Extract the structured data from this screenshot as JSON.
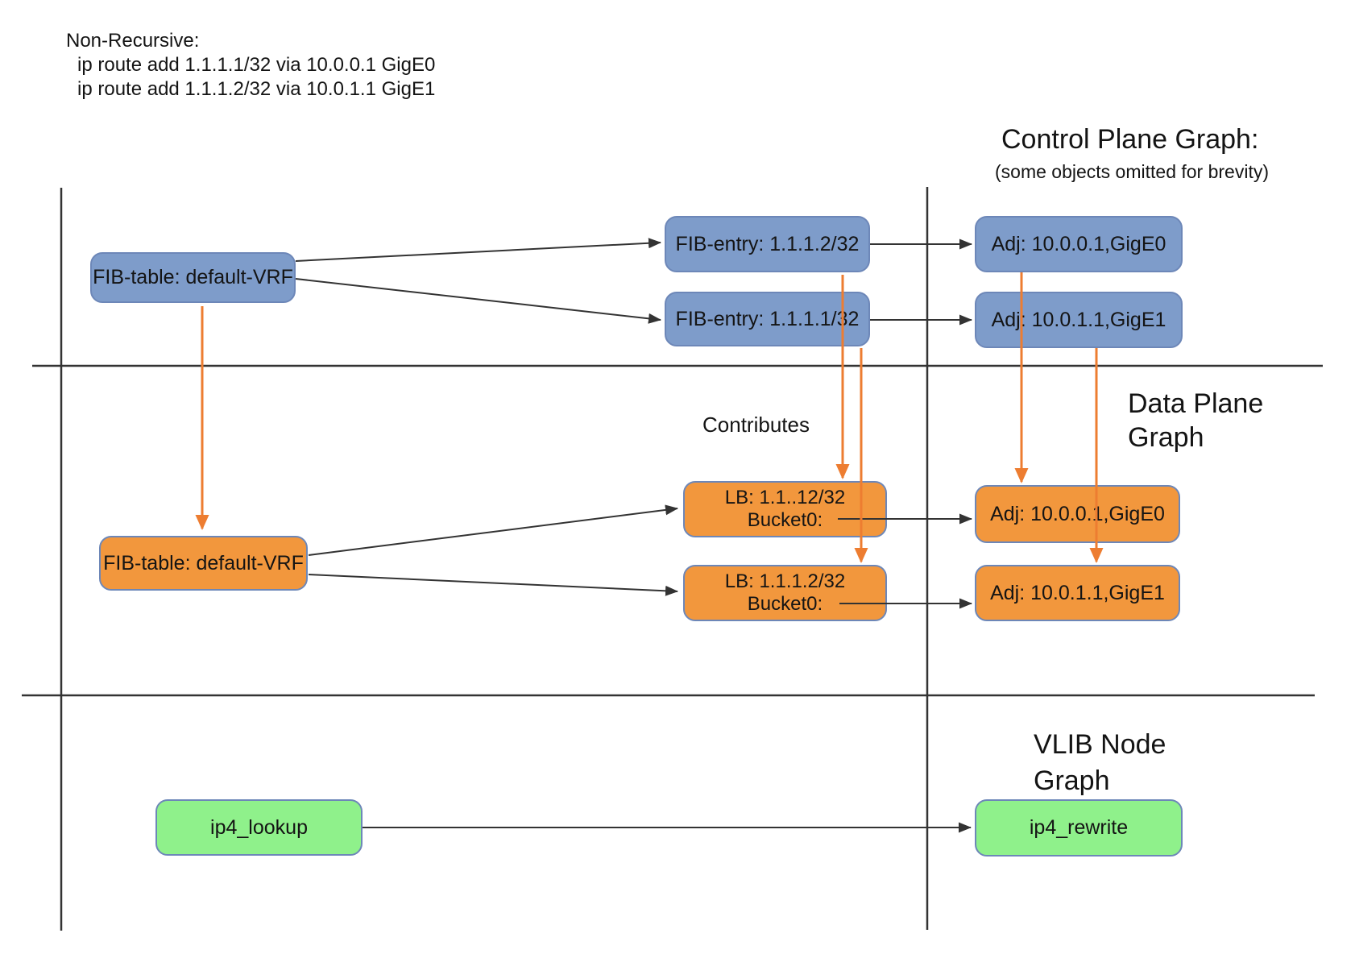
{
  "diagram": {
    "annotation": {
      "title": "Non-Recursive:",
      "commands": [
        "ip route add 1.1.1.1/32 via 10.0.0.1 GigE0",
        "ip route add 1.1.1.2/32 via 10.0.1.1 GigE1"
      ]
    },
    "sections": {
      "control_plane": {
        "title": "Control Plane Graph:",
        "subtitle": "(some objects omitted for brevity)"
      },
      "data_plane": {
        "title_line1": "Data Plane",
        "title_line2": "Graph",
        "contributes_label": "Contributes"
      },
      "vlib": {
        "title_line1": "VLIB Node",
        "title_line2": "Graph"
      }
    },
    "nodes": {
      "cp_fib_table": {
        "label": "FIB-table: default-VRF"
      },
      "cp_fib_entry_2": {
        "label": "FIB-entry: 1.1.1.2/32"
      },
      "cp_fib_entry_1": {
        "label": "FIB-entry: 1.1.1.1/32"
      },
      "cp_adj_0": {
        "label": "Adj: 10.0.0.1,GigE0"
      },
      "cp_adj_1": {
        "label": "Adj: 10.0.1.1,GigE1"
      },
      "dp_fib_table": {
        "label": "FIB-table: default-VRF"
      },
      "dp_lb_1": {
        "line1": "LB: 1.1..12/32",
        "line2": "Bucket0:"
      },
      "dp_lb_2": {
        "line1": "LB: 1.1.1.2/32",
        "line2": "Bucket0:"
      },
      "dp_adj_0": {
        "label": "Adj: 10.0.0.1,GigE0"
      },
      "dp_adj_1": {
        "label": "Adj: 10.0.1.1,GigE1"
      },
      "vlib_lookup": {
        "label": "ip4_lookup"
      },
      "vlib_rewrite": {
        "label": "ip4_rewrite"
      }
    },
    "colors": {
      "control_plane_box": "#7e9cca",
      "data_plane_box": "#f2973d",
      "vlib_box": "#8ff18b",
      "box_border": "#6d87b8",
      "flow_arrow": "#ed7d31",
      "line": "#333333"
    }
  }
}
